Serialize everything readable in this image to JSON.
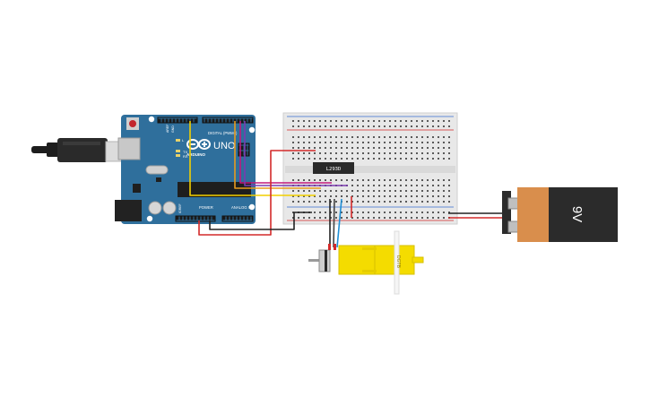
{
  "arduino": {
    "logo_text": "ARDUINO",
    "model_text": "UNO",
    "digital_label": "DIGITAL (PWM~)",
    "power_label": "POWER",
    "analog_label": "ANALOG IN",
    "tx_label": "TX",
    "rx_label": "RX",
    "l_label": "L",
    "aref_label": "AREF",
    "gnd_label": "GND",
    "ioref_label": "IOREF"
  },
  "ic": {
    "label": "L293D"
  },
  "motor": {
    "label": "DGTB"
  },
  "battery": {
    "label": "9V"
  },
  "colors": {
    "arduino_board": "#2f6f9c",
    "breadboard": "#e8e8e8",
    "wire_red": "#d42a2a",
    "wire_black": "#222222",
    "wire_yellow": "#f2cf00",
    "wire_orange": "#e89a1e",
    "wire_magenta": "#c2187c",
    "wire_purple": "#7a3bb0",
    "wire_blue": "#1f8fd6",
    "motor_yellow": "#f4dc00",
    "battery_orange": "#d98e4c",
    "battery_dark": "#2b2b2b"
  }
}
